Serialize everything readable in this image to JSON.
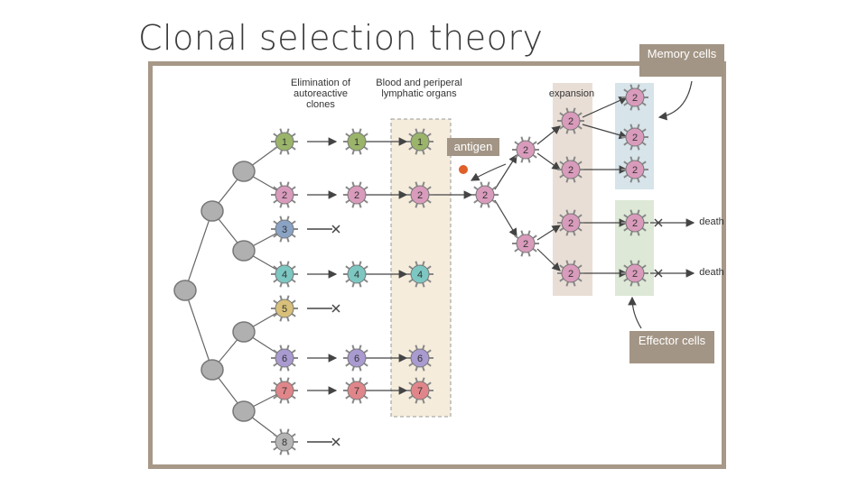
{
  "title": "Clonal selection theory",
  "labels": {
    "elimination": "Elimination of autoreactive clones",
    "blood": "Blood and periperal lymphatic organs",
    "expansion": "expansion",
    "antigen": "antigen",
    "memory": "Memory cells",
    "effector": "Effector cells",
    "death1": "death",
    "death2": "death"
  },
  "cells": {
    "c1a": "1",
    "c1b": "1",
    "c1c": "1",
    "c2a": "2",
    "c2b": "2",
    "c2c": "2",
    "c2d": "2",
    "c2e": "2",
    "c3": "3",
    "c4a": "4",
    "c4b": "4",
    "c4c": "4",
    "c5": "5",
    "c6a": "6",
    "c6b": "6",
    "c6c": "6",
    "c7a": "7",
    "c7b": "7",
    "c7c": "7",
    "c8": "8",
    "e1": "2",
    "e2": "2",
    "e3": "2",
    "e4": "2",
    "e5": "2",
    "e6": "2",
    "m1": "2",
    "m2": "2",
    "m3": "2",
    "f1": "2",
    "f2": "2"
  },
  "colors": {
    "clone1": "#9ab46a",
    "clone2": "#d99bbb",
    "clone3": "#8aa3c4",
    "clone4": "#7cc7c2",
    "clone5": "#d8c07a",
    "clone6": "#a99ad0",
    "clone7": "#e0868a",
    "clone8": "#b5b5b5",
    "stem": "#b0b0b0",
    "antigen": "#e0602a",
    "frame": "#a79887",
    "bloodBand": "#f5ecdc",
    "expansionBand": "#e9ded6",
    "memoryBand": "#d7e4ea",
    "effectorBand": "#dde8d6"
  }
}
